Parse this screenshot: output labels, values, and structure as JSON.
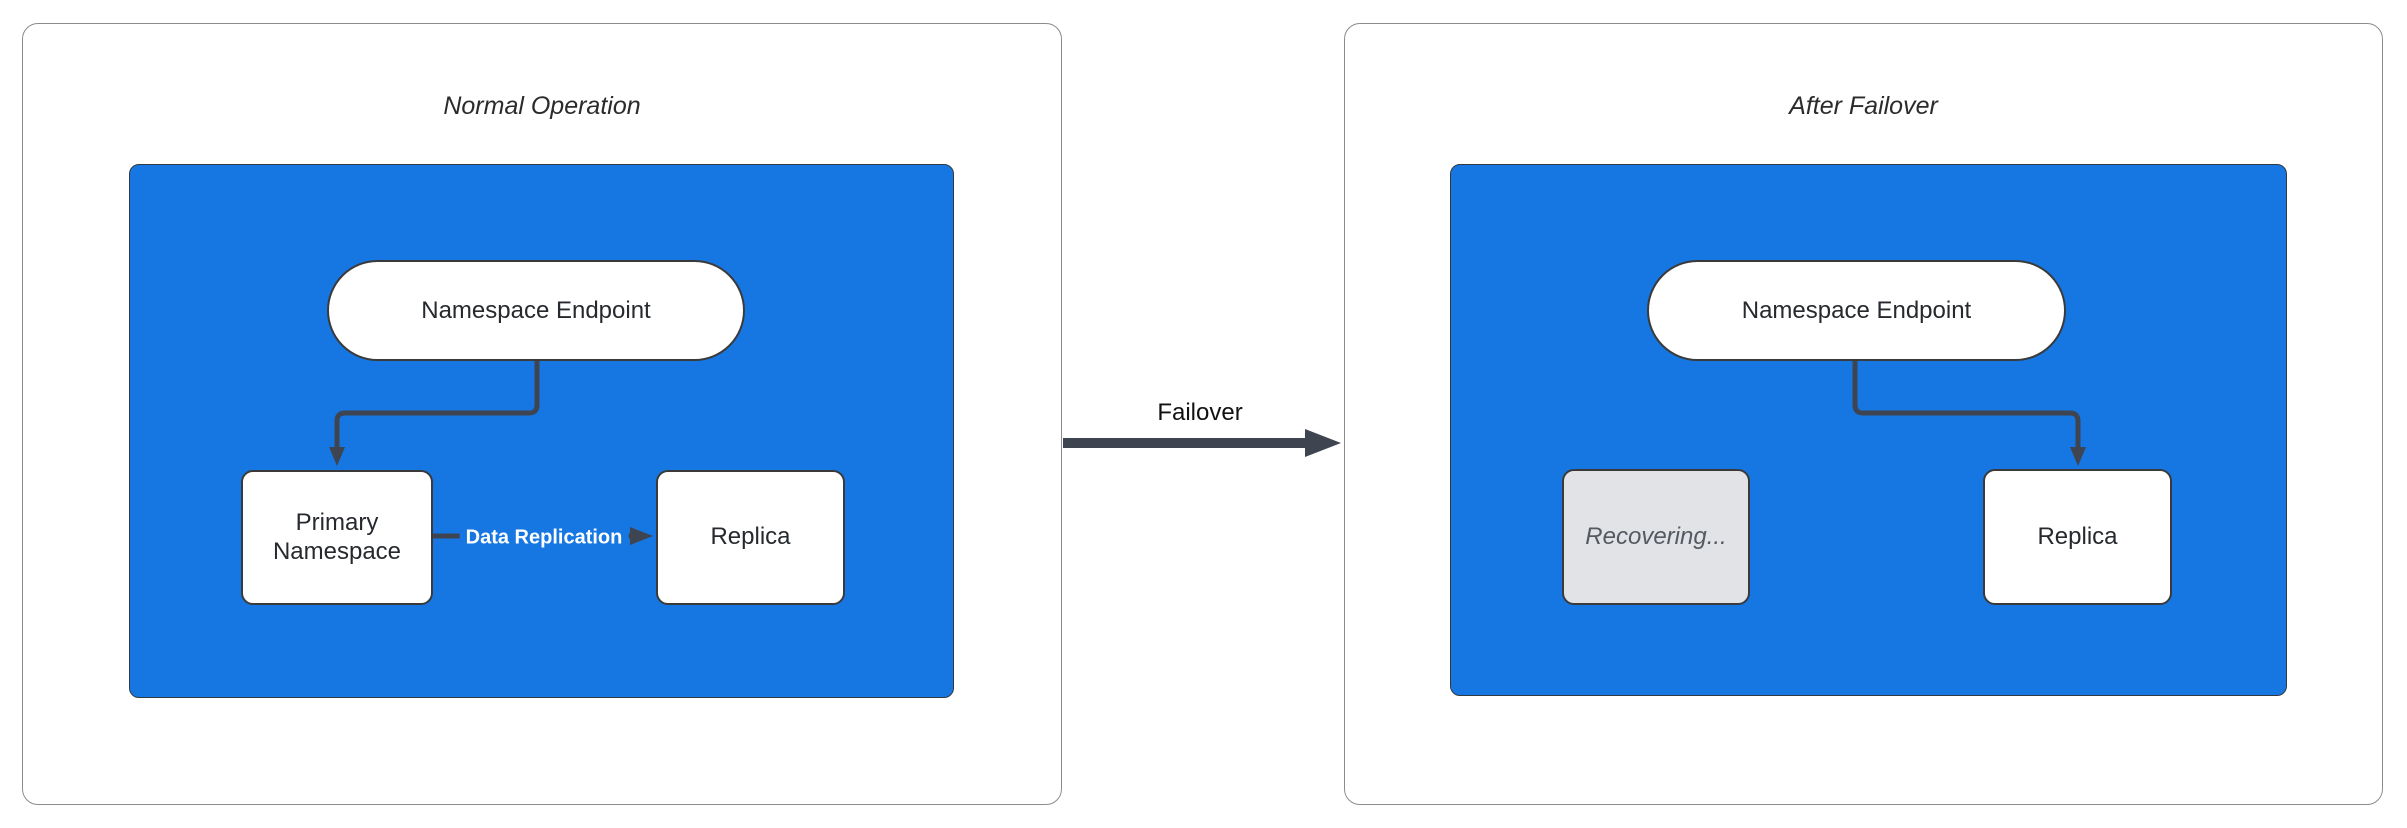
{
  "diagram": {
    "left_panel": {
      "title": "Normal Operation",
      "endpoint_label": "Namespace Endpoint",
      "primary_label": "Primary Namespace",
      "replica_label": "Replica",
      "edge_label": "Data Replication"
    },
    "right_panel": {
      "title": "After Failover",
      "endpoint_label": "Namespace Endpoint",
      "recovering_label": "Recovering...",
      "replica_label": "Replica"
    },
    "failover_label": "Failover"
  },
  "colors": {
    "cluster_blue": "#1677E3",
    "arrow_dark": "#3E4450",
    "node_border": "#3A3A3A",
    "panel_border": "#8C8C8C",
    "recovering_bg": "#E2E3E6",
    "recovering_text": "#545A62"
  }
}
